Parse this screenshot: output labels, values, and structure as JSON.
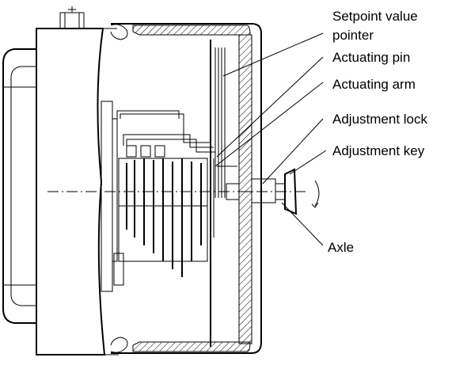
{
  "labels": {
    "setpoint_line1": "Setpoint value",
    "setpoint_line2": "pointer",
    "actuating_pin": "Actuating pin",
    "actuating_arm": "Actuating arm",
    "adjustment_lock": "Adjustment lock",
    "adjustment_key": "Adjustment key",
    "axle": "Axle"
  },
  "colors": {
    "line": "#000000",
    "background": "#ffffff"
  }
}
